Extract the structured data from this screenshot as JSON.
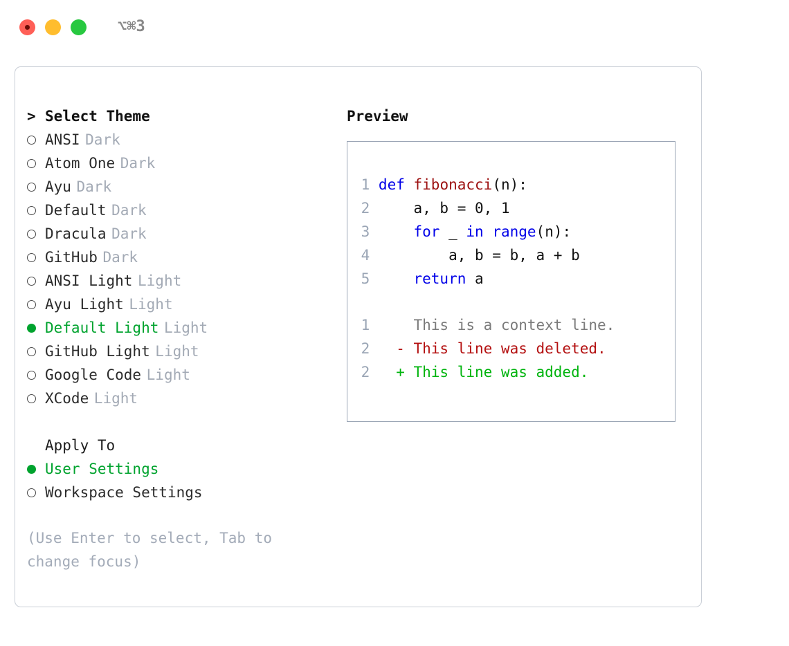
{
  "titlebar": {
    "lights": [
      {
        "name": "close-button",
        "color": "#ff5f57"
      },
      {
        "name": "minimize-button",
        "color": "#ffbd2e"
      },
      {
        "name": "maximize-button",
        "color": "#28c840"
      }
    ],
    "shortcut": "⌥⌘3"
  },
  "colors": {
    "accent_green": "#00a32e",
    "muted": "#a3aab5",
    "hint": "#a3abb8",
    "border_window": "#c9ced6",
    "border_preview": "#9aa5b5",
    "keyword": "#0000e8",
    "function": "#9c1010",
    "diff_add": "#00b40e",
    "diff_del": "#b41111",
    "diff_ctx": "#7b7b7b",
    "line_number": "#9aa5b5"
  },
  "theme_section": {
    "caret": ">",
    "heading": "Select Theme",
    "bullet_selected": "●",
    "bullet_unselected": "○",
    "items": [
      {
        "name": "ANSI",
        "kind": "Dark",
        "selected": false
      },
      {
        "name": "Atom One",
        "kind": "Dark",
        "selected": false
      },
      {
        "name": "Ayu",
        "kind": "Dark",
        "selected": false
      },
      {
        "name": "Default",
        "kind": "Dark",
        "selected": false
      },
      {
        "name": "Dracula",
        "kind": "Dark",
        "selected": false
      },
      {
        "name": "GitHub",
        "kind": "Dark",
        "selected": false
      },
      {
        "name": "ANSI Light",
        "kind": "Light",
        "selected": false
      },
      {
        "name": "Ayu Light",
        "kind": "Light",
        "selected": false
      },
      {
        "name": "Default Light",
        "kind": "Light",
        "selected": true
      },
      {
        "name": "GitHub Light",
        "kind": "Light",
        "selected": false
      },
      {
        "name": "Google Code",
        "kind": "Light",
        "selected": false
      },
      {
        "name": "XCode",
        "kind": "Light",
        "selected": false
      }
    ]
  },
  "apply_section": {
    "heading": "Apply To",
    "items": [
      {
        "name": "User Settings",
        "selected": true
      },
      {
        "name": "Workspace Settings",
        "selected": false
      }
    ]
  },
  "hint": {
    "line1": "(Use Enter to select, Tab to",
    "line2": "change focus)"
  },
  "preview": {
    "title": "Preview",
    "code": [
      {
        "num": "1",
        "tokens": [
          {
            "t": "def",
            "c": "kw"
          },
          {
            "t": " ",
            "c": "plain-code"
          },
          {
            "t": "fibonacci",
            "c": "fn"
          },
          {
            "t": "(n):",
            "c": "plain-code"
          }
        ]
      },
      {
        "num": "2",
        "tokens": [
          {
            "t": "    a, b = 0, 1",
            "c": "plain-code"
          }
        ]
      },
      {
        "num": "3",
        "tokens": [
          {
            "t": "    ",
            "c": "plain-code"
          },
          {
            "t": "for",
            "c": "kw"
          },
          {
            "t": " _ ",
            "c": "plain-code"
          },
          {
            "t": "in",
            "c": "kw"
          },
          {
            "t": " ",
            "c": "plain-code"
          },
          {
            "t": "range",
            "c": "kw"
          },
          {
            "t": "(n):",
            "c": "plain-code"
          }
        ]
      },
      {
        "num": "4",
        "tokens": [
          {
            "t": "        a, b = b, a + b",
            "c": "plain-code"
          }
        ]
      },
      {
        "num": "5",
        "tokens": [
          {
            "t": "    ",
            "c": "plain-code"
          },
          {
            "t": "return",
            "c": "kw"
          },
          {
            "t": " a",
            "c": "plain-code"
          }
        ]
      }
    ],
    "diff": [
      {
        "num": "1",
        "mark": " ",
        "text": "This is a context line.",
        "kind": "d-ctx"
      },
      {
        "num": "2",
        "mark": "-",
        "text": "This line was deleted.",
        "kind": "d-del"
      },
      {
        "num": "2",
        "mark": "+",
        "text": "This line was added.",
        "kind": "d-add"
      }
    ]
  }
}
